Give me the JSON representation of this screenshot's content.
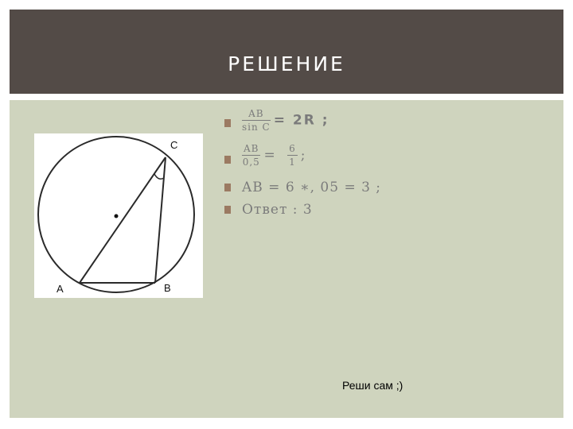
{
  "slide": {
    "title": "РЕШЕНИЕ",
    "figure": {
      "labels": {
        "c": "C",
        "a": "A",
        "b": "B"
      }
    },
    "bullets": [
      {
        "num": "AB",
        "den": "sin C",
        "rest": "= 2R ;"
      },
      {
        "num": "AB",
        "den": "0,5",
        "eq": "=",
        "num2": "6",
        "den2": "1",
        "rest": ";"
      },
      {
        "text": "AB = 6 ∗, 05 = 3 ;"
      },
      {
        "text": "Ответ : 3"
      }
    ],
    "footnote": "Реши сам ;)"
  },
  "colors": {
    "header_bg": "#534b47",
    "content_bg": "#cfd4be",
    "bullet_mark": "#9b7a62",
    "text_gray": "#7b7b7b"
  }
}
